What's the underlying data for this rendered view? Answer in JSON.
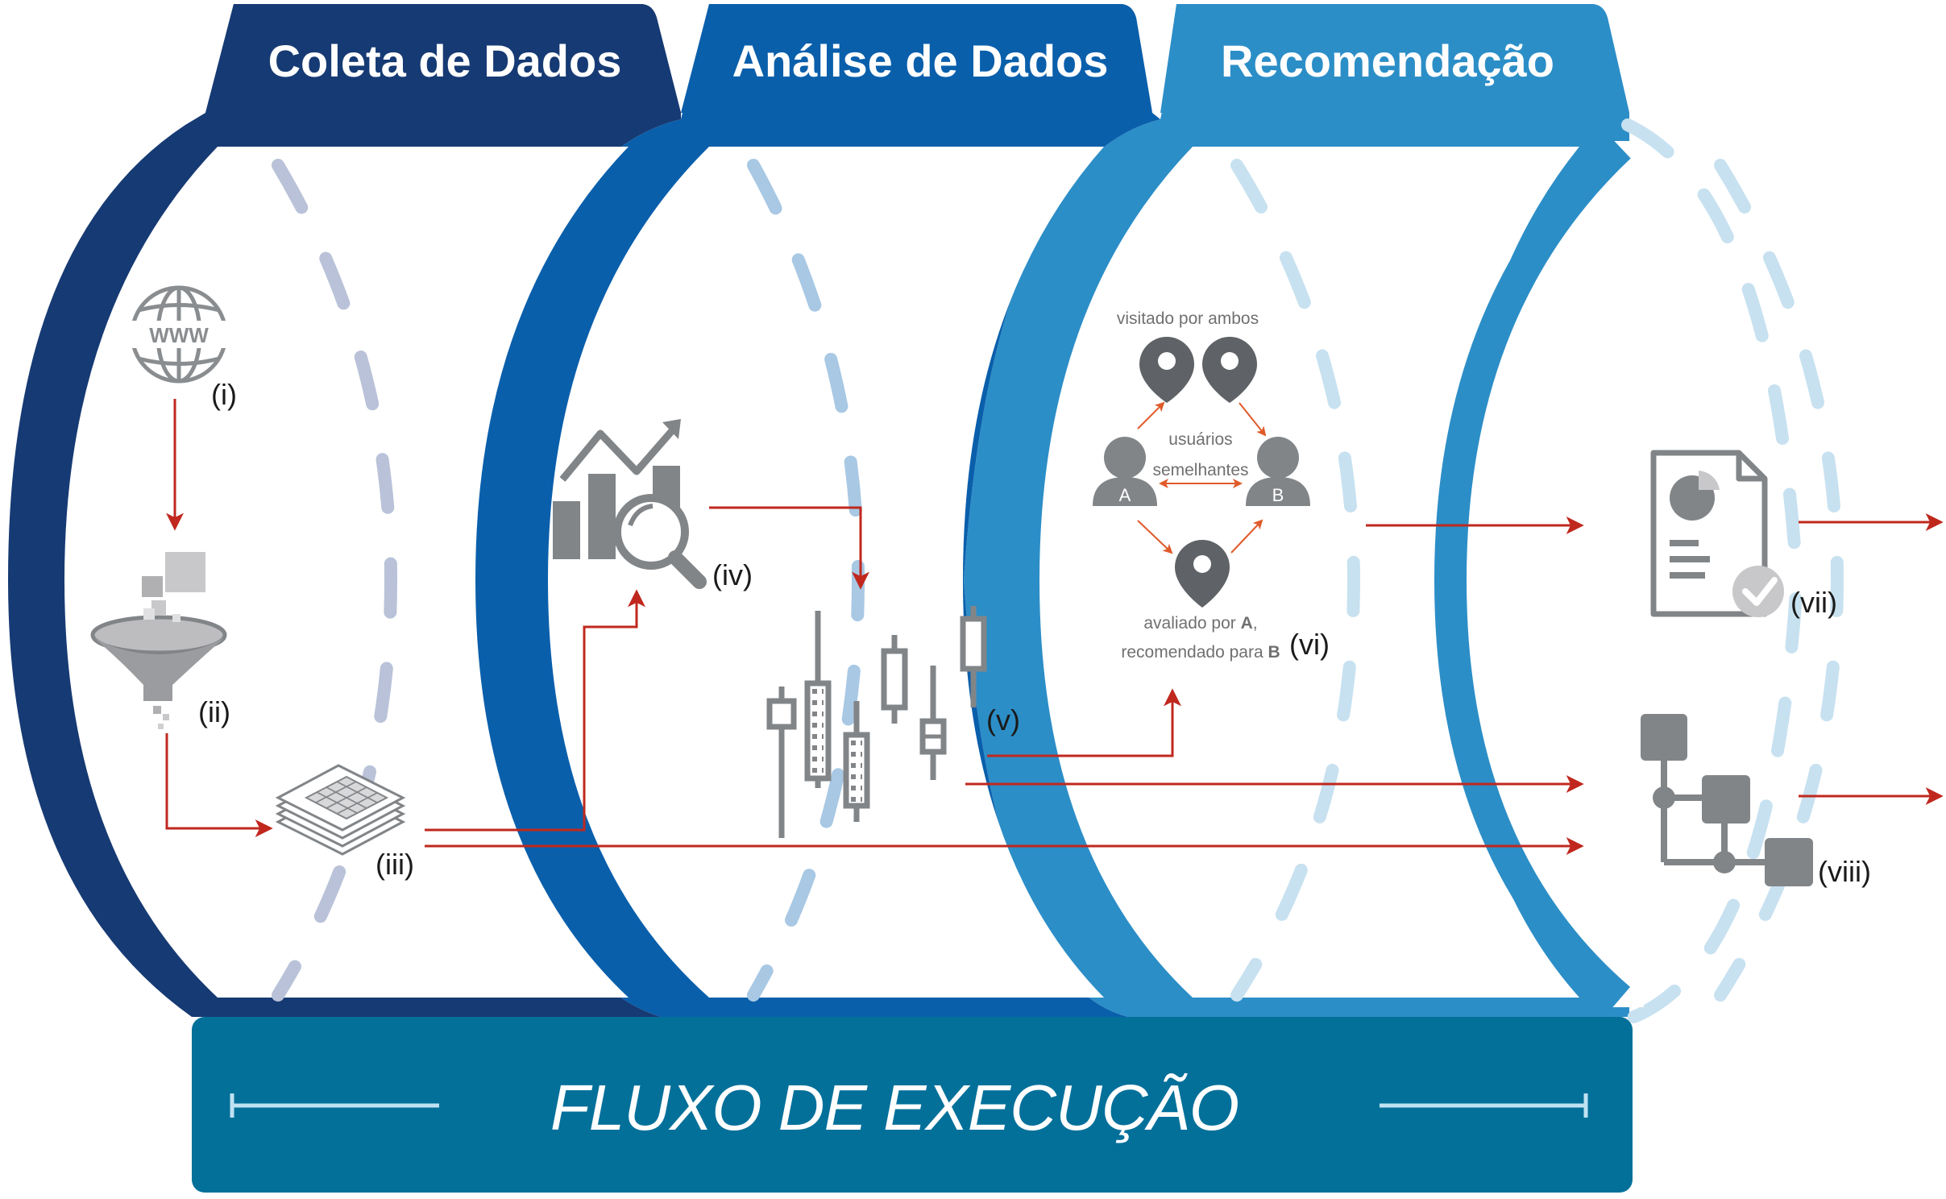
{
  "stages": {
    "coleta": {
      "title": "Coleta de Dados",
      "color": "#163a73"
    },
    "analise": {
      "title": "Análise de Dados",
      "color": "#0a5fab"
    },
    "recomendacao": {
      "title": "Recomendação",
      "color": "#2c8ec7"
    }
  },
  "flow": {
    "title": "FLUXO DE EXECUÇÃO",
    "color": "#03709a"
  },
  "steps": {
    "i": "(i)",
    "ii": "(ii)",
    "iii": "(iii)",
    "iv": "(iv)",
    "v": "(v)",
    "vi": "(vi)",
    "vii": "(vii)",
    "viii": "(viii)"
  },
  "icons": {
    "web": "globe-www-icon",
    "filter": "funnel-icon",
    "data": "data-sheets-icon",
    "analysis": "chart-magnifier-icon",
    "candles": "candlestick-chart-icon",
    "users": "similar-users-icon",
    "report": "report-document-icon",
    "network": "node-tree-icon"
  },
  "globe_text": "WWW",
  "users_diagram": {
    "visited_both": "visitado por ambos",
    "similar_line1": "usuários",
    "similar_line2": "semelhantes",
    "user_a": "A",
    "user_b": "B",
    "rated_line1_prefix": "avaliado por ",
    "rated_line1_bold": "A",
    "rated_line1_suffix": ",",
    "rated_line2_prefix": "recomendado para ",
    "rated_line2_bold": "B"
  },
  "colors": {
    "arrow": "#c0281e",
    "small_arrow": "#e05a2a",
    "icon_gray": "#828588",
    "dash_light": "#c6cfe0"
  }
}
